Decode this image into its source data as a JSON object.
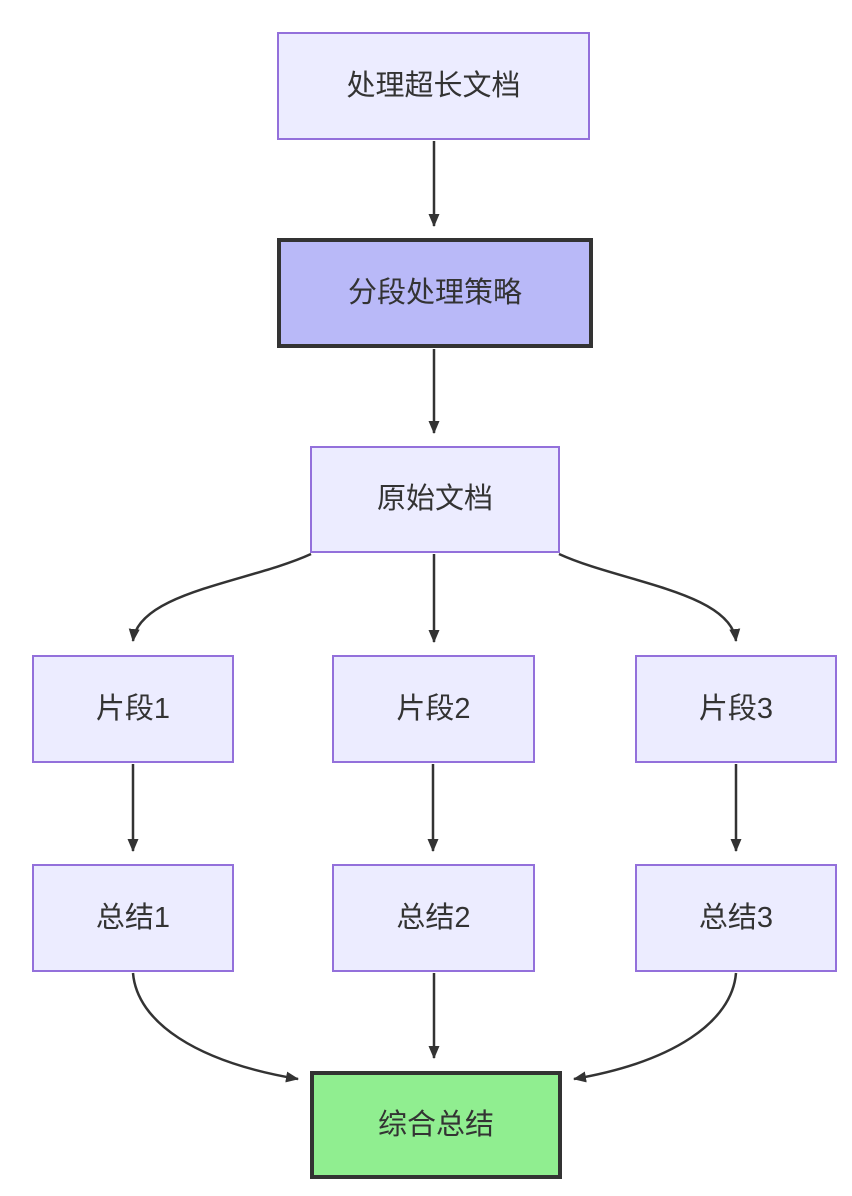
{
  "diagram": {
    "type": "flowchart",
    "direction": "top-down",
    "nodes": [
      {
        "id": "doc",
        "label": "处理超长文档",
        "style": "default"
      },
      {
        "id": "strategy",
        "label": "分段处理策略",
        "style": "emphasis"
      },
      {
        "id": "original",
        "label": "原始文档",
        "style": "default"
      },
      {
        "id": "seg1",
        "label": "片段1",
        "style": "default"
      },
      {
        "id": "seg2",
        "label": "片段2",
        "style": "default"
      },
      {
        "id": "seg3",
        "label": "片段3",
        "style": "default"
      },
      {
        "id": "sum1",
        "label": "总结1",
        "style": "default"
      },
      {
        "id": "sum2",
        "label": "总结2",
        "style": "default"
      },
      {
        "id": "sum3",
        "label": "总结3",
        "style": "default"
      },
      {
        "id": "final",
        "label": "综合总结",
        "style": "success"
      }
    ],
    "edges": [
      {
        "from": "doc",
        "to": "strategy"
      },
      {
        "from": "strategy",
        "to": "original"
      },
      {
        "from": "original",
        "to": "seg1"
      },
      {
        "from": "original",
        "to": "seg2"
      },
      {
        "from": "original",
        "to": "seg3"
      },
      {
        "from": "seg1",
        "to": "sum1"
      },
      {
        "from": "seg2",
        "to": "sum2"
      },
      {
        "from": "seg3",
        "to": "sum3"
      },
      {
        "from": "sum1",
        "to": "final"
      },
      {
        "from": "sum2",
        "to": "final"
      },
      {
        "from": "sum3",
        "to": "final"
      }
    ],
    "colors": {
      "node_fill": "#ECECFF",
      "node_border": "#9370DB",
      "emphasis_fill": "#B9B9F8",
      "emphasis_border": "#333333",
      "success_fill": "#90EE90",
      "success_border": "#333333",
      "edge_color": "#333333",
      "text_color": "#333333",
      "background": "#FFFFFF"
    }
  }
}
